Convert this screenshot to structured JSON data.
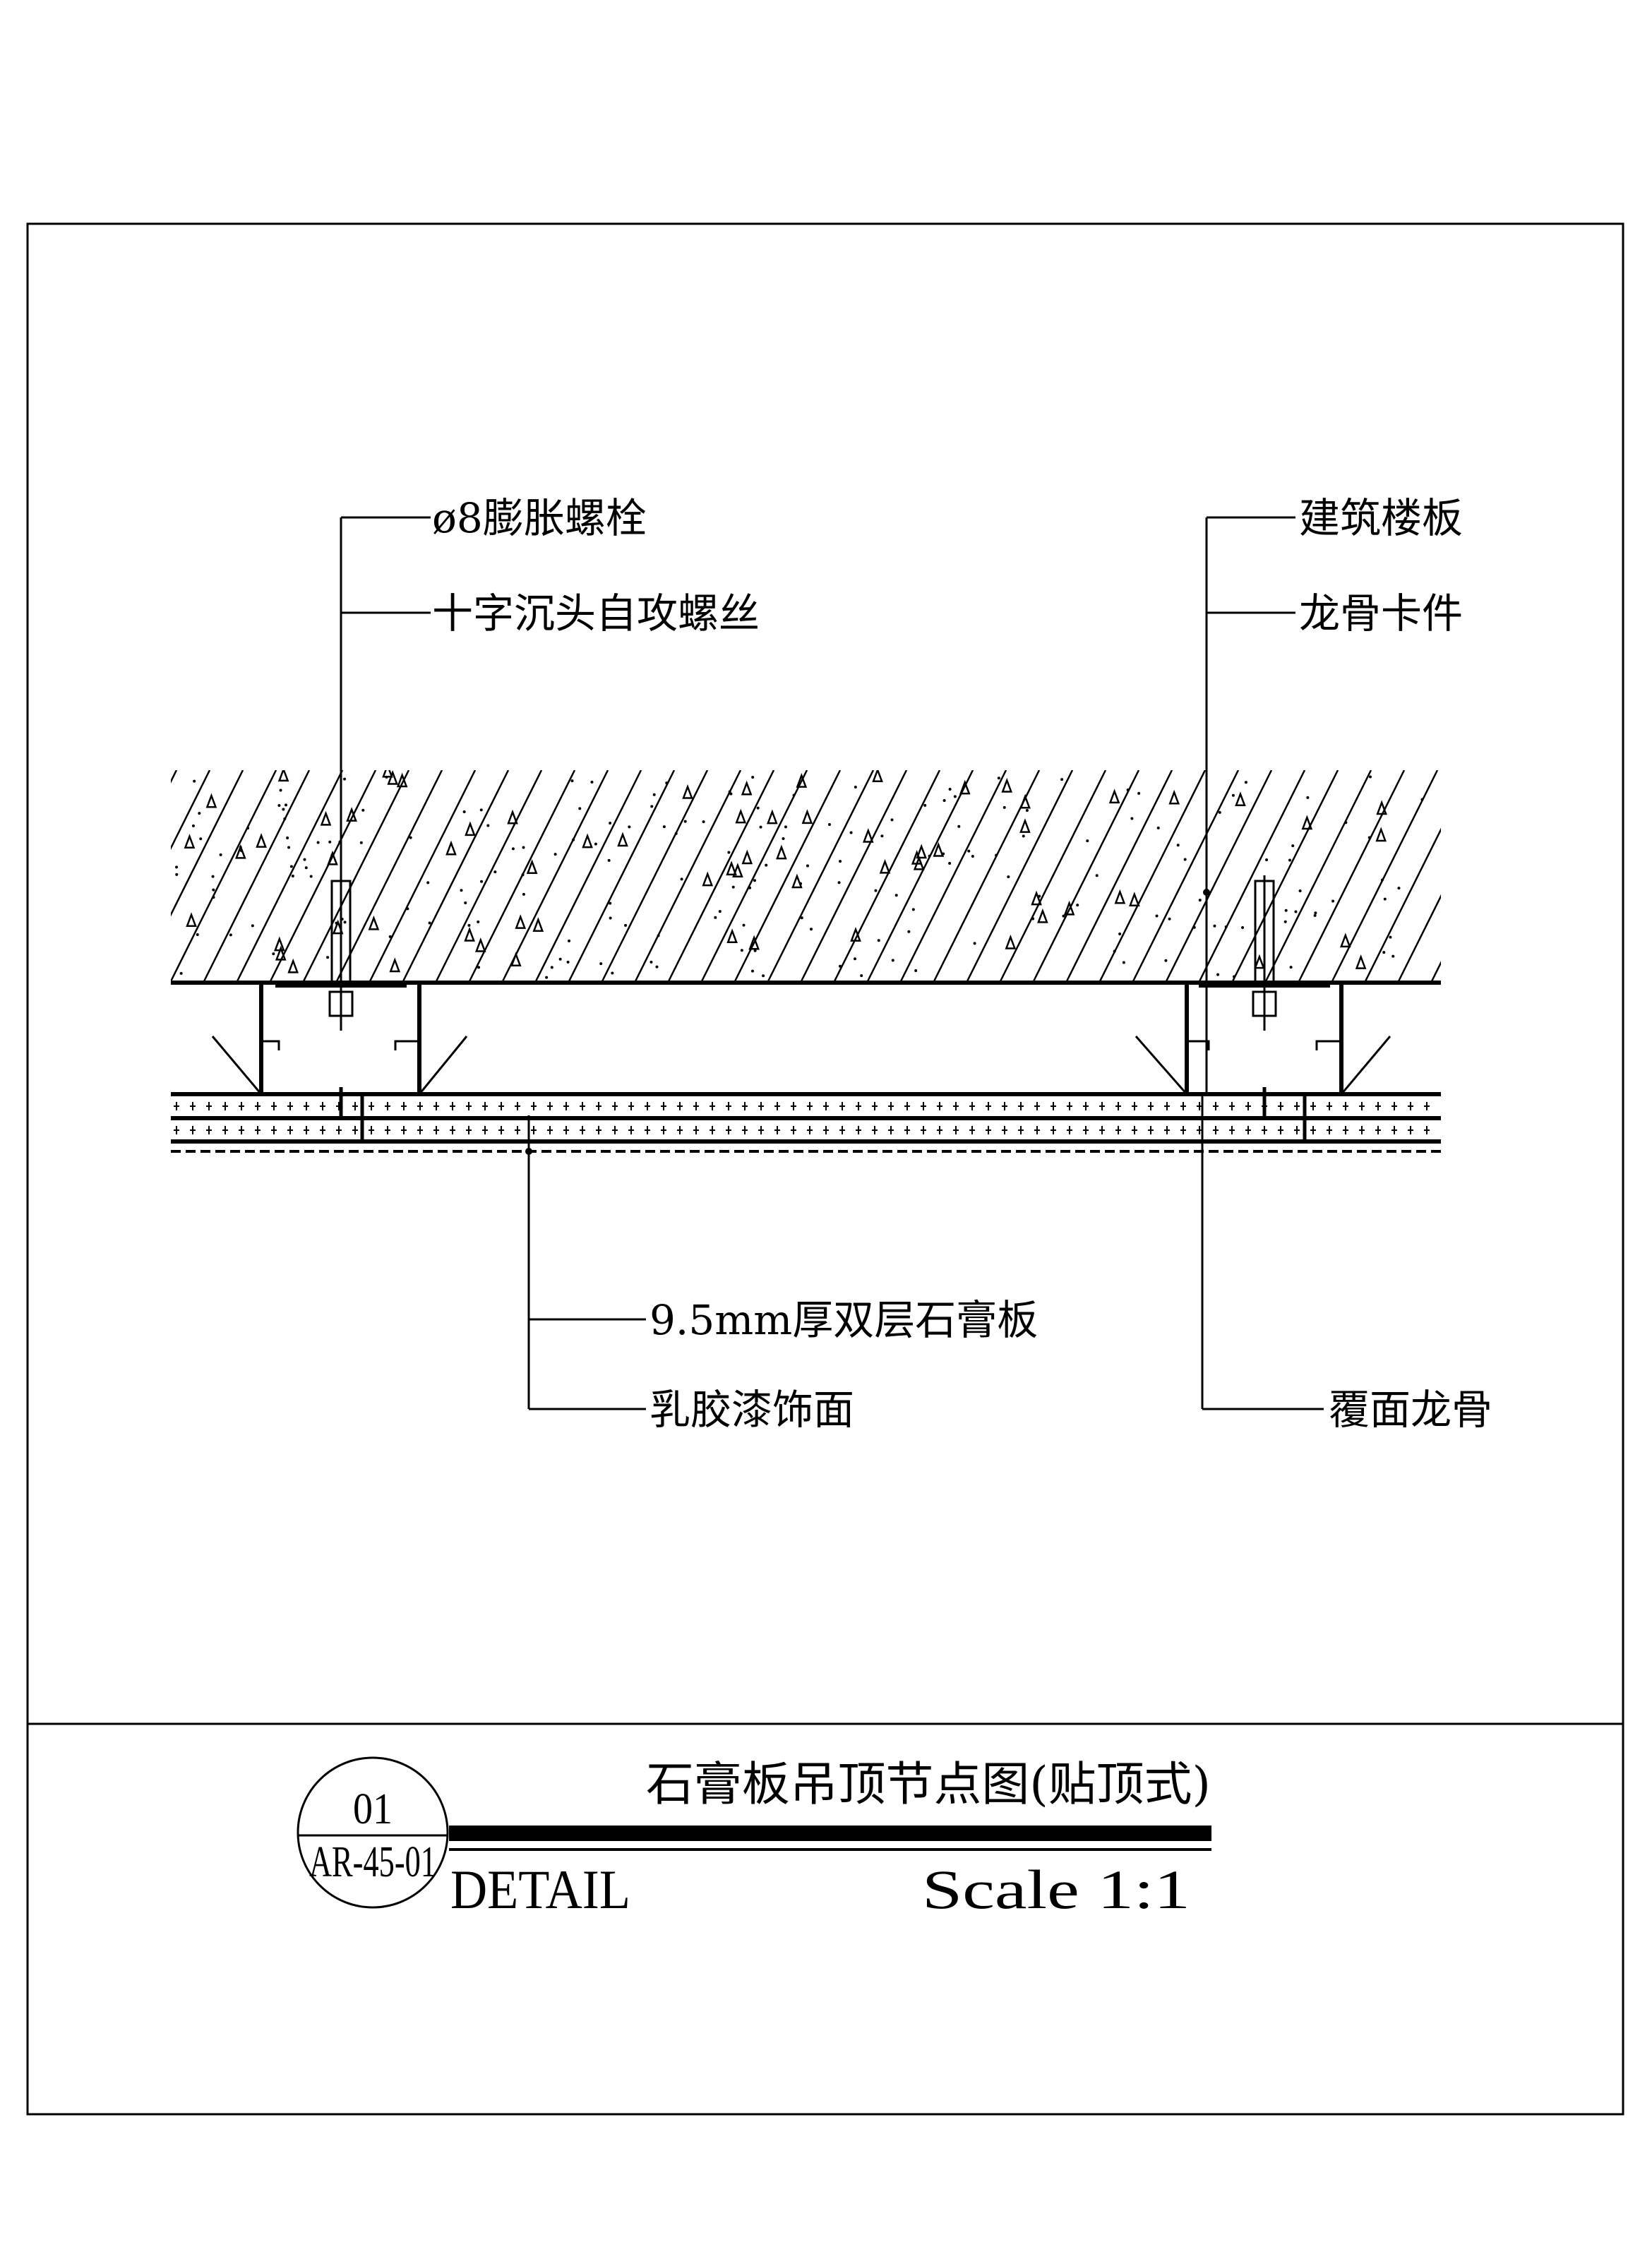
{
  "labels": {
    "expansion_bolt": "ø8膨胀螺栓",
    "self_tapping_screw": "十字沉头自攻螺丝",
    "building_slab": "建筑楼板",
    "keel_clip": "龙骨卡件",
    "gypsum_board": "9.5mm厚双层石膏板",
    "latex_paint": "乳胶漆饰面",
    "cover_keel": "覆面龙骨"
  },
  "title_block": {
    "title": "石膏板吊顶节点图(贴顶式)",
    "detail_number": "01",
    "sheet_ref": "AR-45-01",
    "detail_label": "DETAIL",
    "scale": "Scale 1:1"
  }
}
